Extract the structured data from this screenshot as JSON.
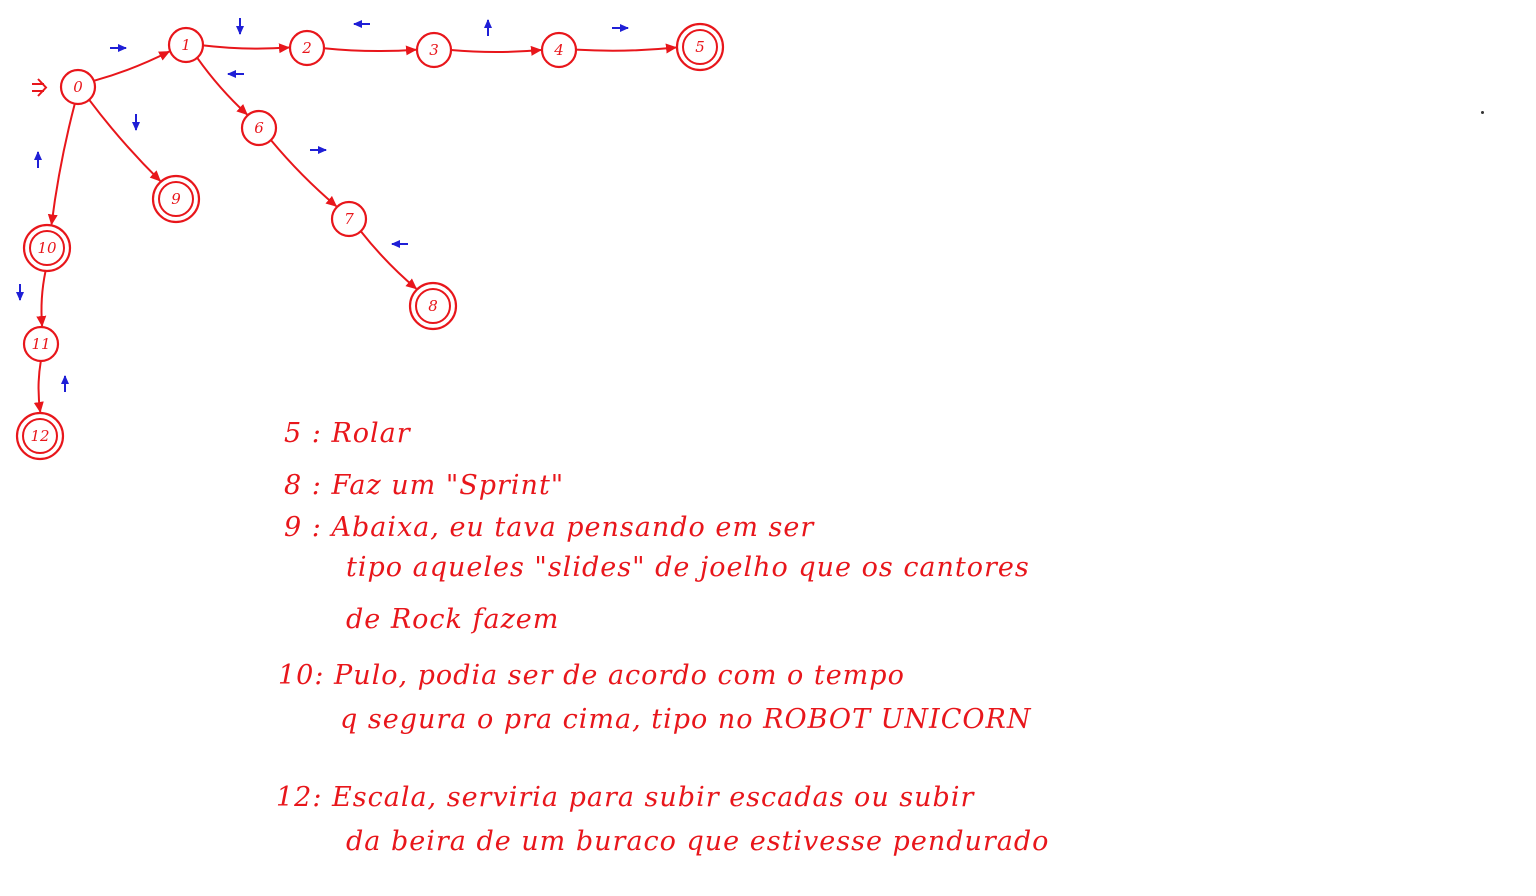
{
  "diagram": {
    "states": [
      {
        "id": "s0",
        "label": "0",
        "accepting": false
      },
      {
        "id": "s1",
        "label": "1",
        "accepting": false
      },
      {
        "id": "s2",
        "label": "2",
        "accepting": false
      },
      {
        "id": "s3",
        "label": "3",
        "accepting": false
      },
      {
        "id": "s4",
        "label": "4",
        "accepting": false
      },
      {
        "id": "s5",
        "label": "5",
        "accepting": true
      },
      {
        "id": "s6",
        "label": "6",
        "accepting": false
      },
      {
        "id": "s7",
        "label": "7",
        "accepting": false
      },
      {
        "id": "s8",
        "label": "8",
        "accepting": true
      },
      {
        "id": "s9",
        "label": "9",
        "accepting": true
      },
      {
        "id": "s10",
        "label": "10",
        "accepting": true
      },
      {
        "id": "s11",
        "label": "11",
        "accepting": false
      },
      {
        "id": "s12",
        "label": "12",
        "accepting": true
      }
    ],
    "start_state": "s0",
    "transitions": [
      {
        "from": "s0",
        "to": "s1",
        "input": "right"
      },
      {
        "from": "s1",
        "to": "s2",
        "input": "down"
      },
      {
        "from": "s2",
        "to": "s3",
        "input": "left"
      },
      {
        "from": "s3",
        "to": "s4",
        "input": "up"
      },
      {
        "from": "s4",
        "to": "s5",
        "input": "right"
      },
      {
        "from": "s1",
        "to": "s6",
        "input": "left"
      },
      {
        "from": "s6",
        "to": "s7",
        "input": "right"
      },
      {
        "from": "s7",
        "to": "s8",
        "input": "left"
      },
      {
        "from": "s0",
        "to": "s9",
        "input": "down"
      },
      {
        "from": "s0",
        "to": "s10",
        "input": "up"
      },
      {
        "from": "s10",
        "to": "s11",
        "input": "down"
      },
      {
        "from": "s11",
        "to": "s12",
        "input": "up"
      }
    ],
    "colors": {
      "state": "#e8161b",
      "input": "#1f1fd6"
    }
  },
  "notes": [
    {
      "id": "note-5",
      "text": "5 : Rolar"
    },
    {
      "id": "note-8",
      "text": "8 : Faz um \"Sprint\""
    },
    {
      "id": "note-9a",
      "text": "9 : Abaixa, eu tava pensando em ser"
    },
    {
      "id": "note-9b",
      "text": "tipo aqueles \"slides\" de joelho que os cantores"
    },
    {
      "id": "note-9c",
      "text": "de Rock fazem"
    },
    {
      "id": "note-10a",
      "text": "10: Pulo, podia ser de acordo com o tempo"
    },
    {
      "id": "note-10b",
      "text": "q segura o pra cima, tipo no ROBOT UNICORN"
    },
    {
      "id": "note-12a",
      "text": "12: Escala, serviria para subir escadas ou subir"
    },
    {
      "id": "note-12b",
      "text": "da beira de um buraco que estivesse pendurado"
    }
  ]
}
